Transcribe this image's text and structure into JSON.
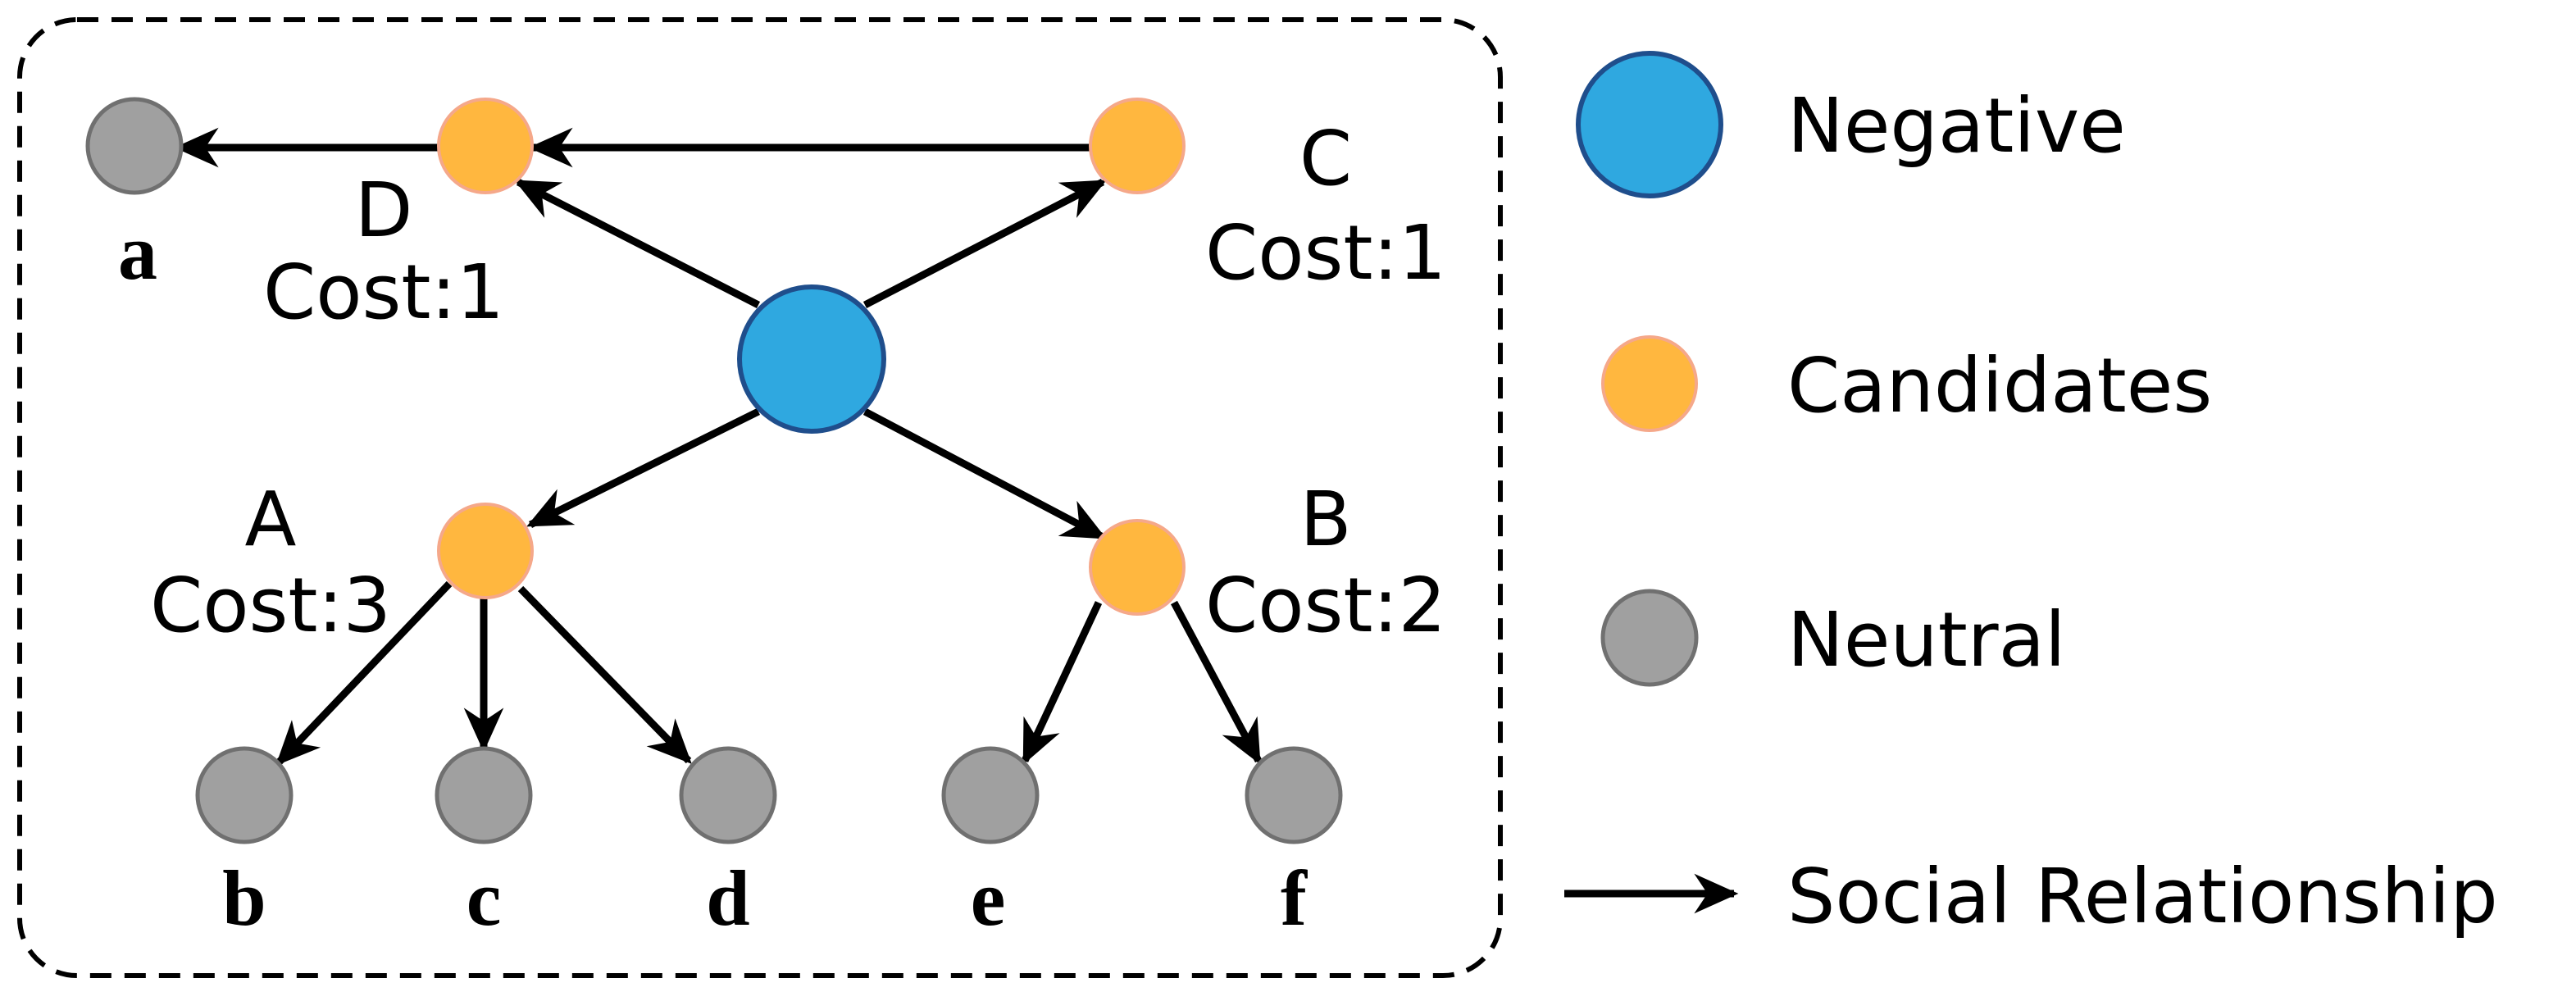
{
  "nodes": [
    {
      "id": "negative",
      "kind": "negative"
    },
    {
      "id": "D",
      "kind": "candidate",
      "letter": "D",
      "cost": "Cost:1"
    },
    {
      "id": "C",
      "kind": "candidate",
      "letter": "C",
      "cost": "Cost:1"
    },
    {
      "id": "A",
      "kind": "candidate",
      "letter": "A",
      "cost": "Cost:3"
    },
    {
      "id": "B",
      "kind": "candidate",
      "letter": "B",
      "cost": "Cost:2"
    },
    {
      "id": "a",
      "kind": "neutral",
      "letter": "a"
    },
    {
      "id": "b",
      "kind": "neutral",
      "letter": "b"
    },
    {
      "id": "c",
      "kind": "neutral",
      "letter": "c"
    },
    {
      "id": "d",
      "kind": "neutral",
      "letter": "d"
    },
    {
      "id": "e",
      "kind": "neutral",
      "letter": "e"
    },
    {
      "id": "f",
      "kind": "neutral",
      "letter": "f"
    }
  ],
  "edges": [
    {
      "from": "C",
      "to": "D"
    },
    {
      "from": "D",
      "to": "a"
    },
    {
      "from": "negative",
      "to": "D"
    },
    {
      "from": "negative",
      "to": "C"
    },
    {
      "from": "negative",
      "to": "A"
    },
    {
      "from": "negative",
      "to": "B"
    },
    {
      "from": "A",
      "to": "b"
    },
    {
      "from": "A",
      "to": "c"
    },
    {
      "from": "A",
      "to": "d"
    },
    {
      "from": "B",
      "to": "e"
    },
    {
      "from": "B",
      "to": "f"
    }
  ],
  "legend": {
    "negative": "Negative",
    "candidates": "Candidates",
    "neutral": "Neutral",
    "relationship": "Social Relationship"
  },
  "colors": {
    "negative_fill": "#2fa8e0",
    "negative_stroke": "#1f4e8c",
    "candidate_fill": "#ffb73f",
    "candidate_stroke": "#f5a88a",
    "neutral_fill": "#a0a0a0",
    "neutral_stroke": "#707070",
    "edge": "#000000"
  }
}
